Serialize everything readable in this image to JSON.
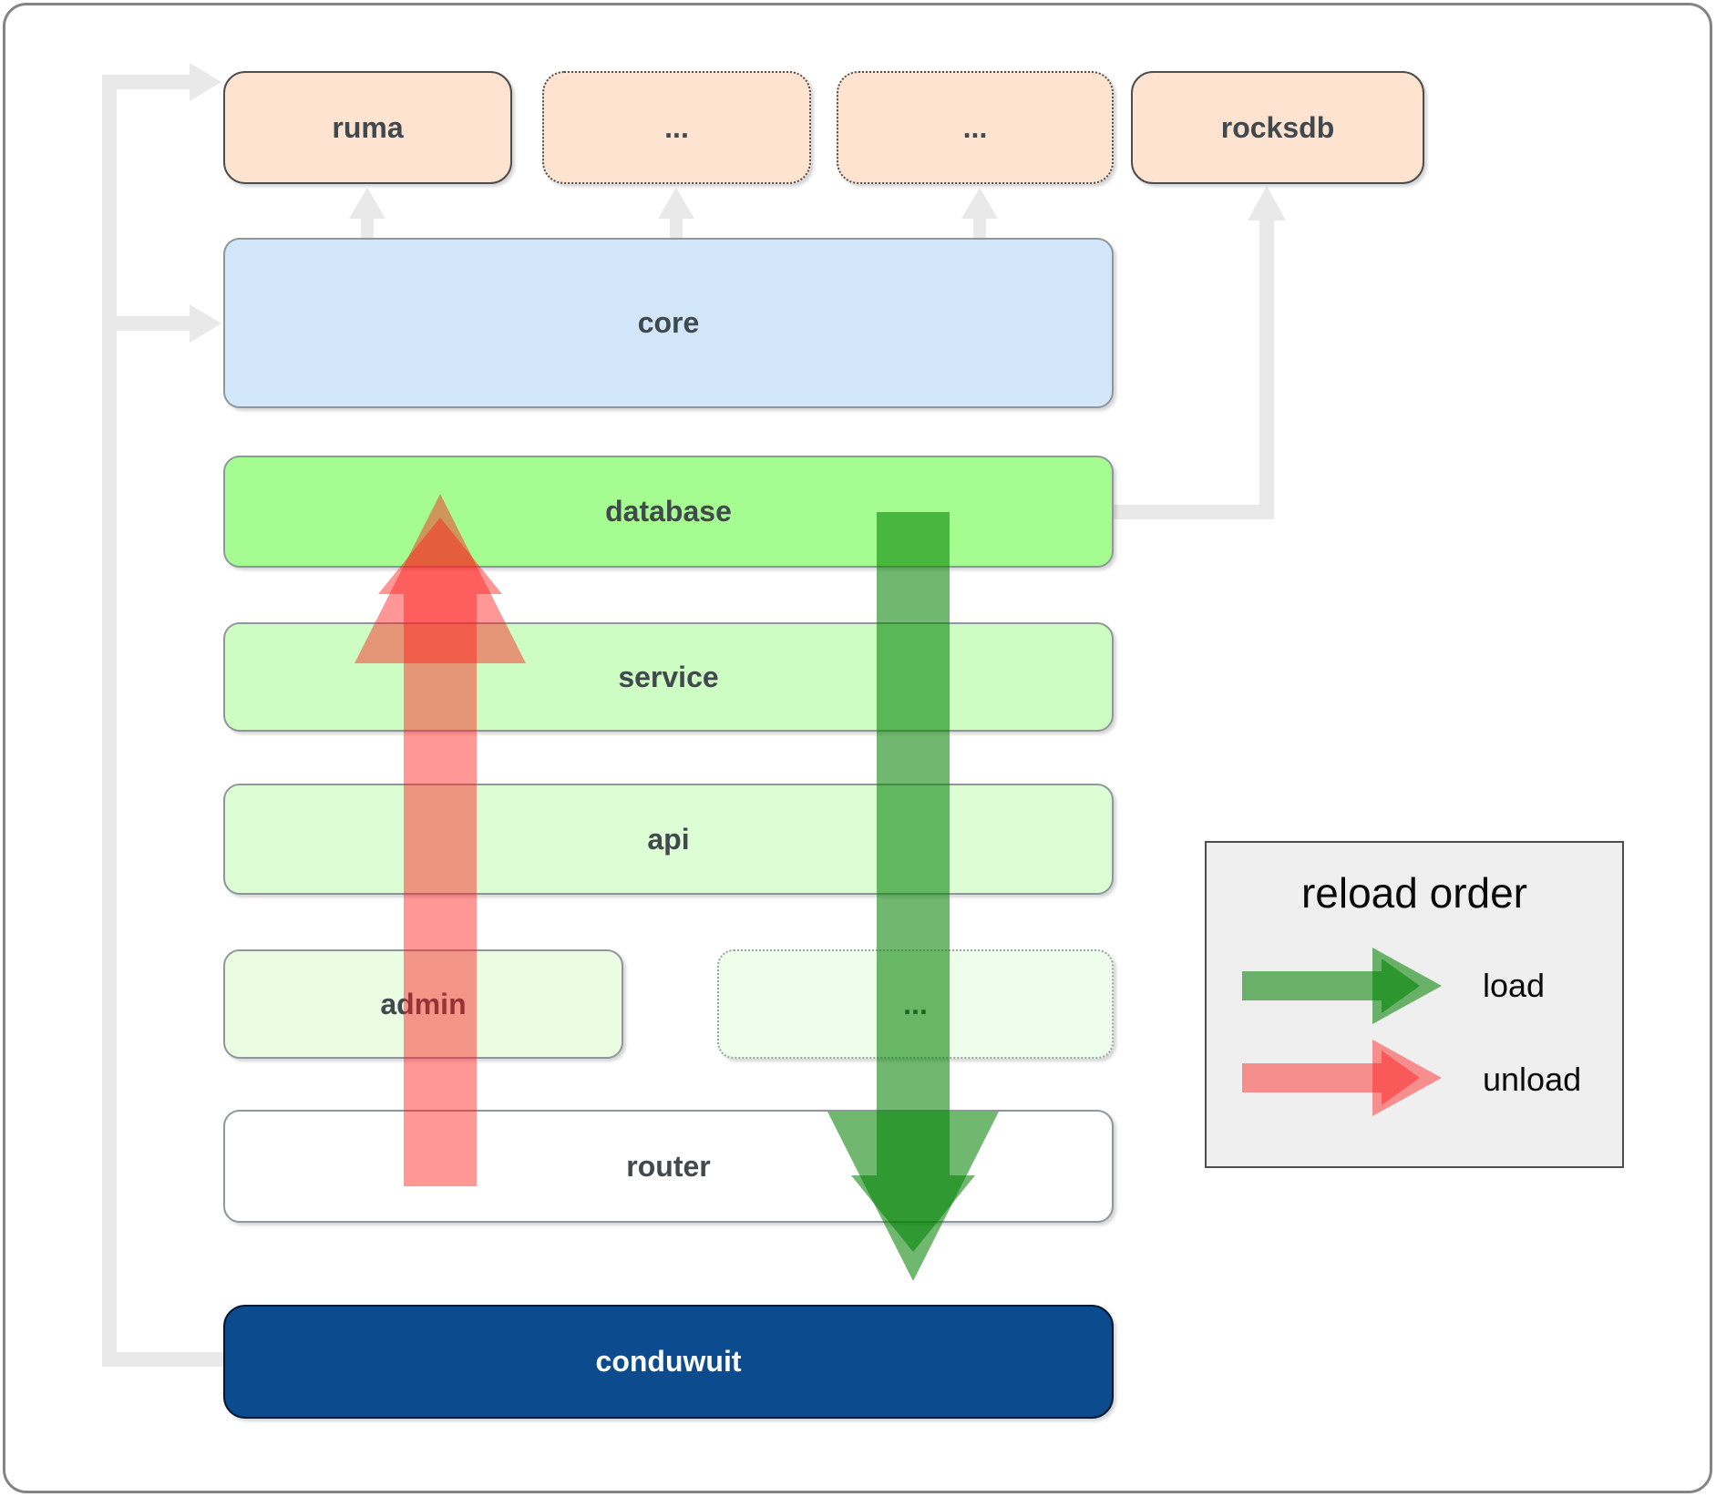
{
  "diagram": {
    "nodes": {
      "ruma": {
        "label": "ruma",
        "fill": "#fde3d0",
        "border": "solid"
      },
      "ext1": {
        "label": "...",
        "fill": "#fde3d0",
        "border": "dotted"
      },
      "ext2": {
        "label": "...",
        "fill": "#fde3d0",
        "border": "dotted"
      },
      "rocksdb": {
        "label": "rocksdb",
        "fill": "#fde3d0",
        "border": "solid"
      },
      "core": {
        "label": "core",
        "fill": "#d2e7fa",
        "border": "solid"
      },
      "database": {
        "label": "database",
        "fill": "#a5fd92",
        "border": "solid"
      },
      "service": {
        "label": "service",
        "fill": "#cdfdc3",
        "border": "solid"
      },
      "api": {
        "label": "api",
        "fill": "#ddfdd4",
        "border": "solid"
      },
      "admin": {
        "label": "admin",
        "fill": "#eafde3",
        "border": "solid"
      },
      "modules": {
        "label": "...",
        "fill": "#edfdea",
        "border": "dotted"
      },
      "router": {
        "label": "router",
        "fill": "#ffffff",
        "border": "solid"
      },
      "conduwuit": {
        "label": "conduwuit",
        "fill": "#0d4b8f",
        "text_color": "#ffffff",
        "border": "solid"
      }
    },
    "connectors": {
      "color": "#e9e9e9",
      "paths": [
        "conduwuit -> ruma",
        "conduwuit -> core",
        "core -> ruma",
        "core -> ext1",
        "core -> ext2",
        "database -> rocksdb"
      ]
    },
    "flow_arrows": {
      "load": {
        "direction": "down",
        "from": "database",
        "to": "router",
        "color": "#008000"
      },
      "unload": {
        "direction": "up",
        "from": "router",
        "to": "database",
        "color": "#ff1a1a"
      }
    },
    "legend": {
      "title": "reload order",
      "items": [
        {
          "label": "load",
          "color": "#008000"
        },
        {
          "label": "unload",
          "color": "#ff1a1a"
        }
      ]
    }
  }
}
